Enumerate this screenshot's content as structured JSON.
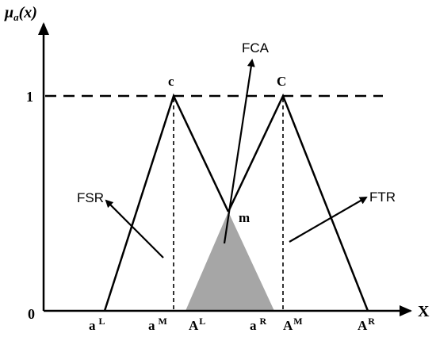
{
  "axes": {
    "y_label_main": "μ",
    "y_label_sub": "a",
    "y_label_arg": "(x)",
    "x_label": "X",
    "tick_one": "1",
    "tick_zero": "0"
  },
  "peaks": {
    "left": "c",
    "right": "C",
    "intersection": "m"
  },
  "x_ticks": [
    {
      "base": "a",
      "sup": "L"
    },
    {
      "base": "a",
      "sup": "M"
    },
    {
      "base": "A",
      "sup": "L"
    },
    {
      "base": "a",
      "sup": "R"
    },
    {
      "base": "A",
      "sup": "M"
    },
    {
      "base": "A",
      "sup": "R"
    }
  ],
  "arrows": {
    "fca": "FCA",
    "fsr": "FSR",
    "ftr": "FTR"
  },
  "colors": {
    "shade": "#a6a6a6",
    "line": "#000000"
  }
}
